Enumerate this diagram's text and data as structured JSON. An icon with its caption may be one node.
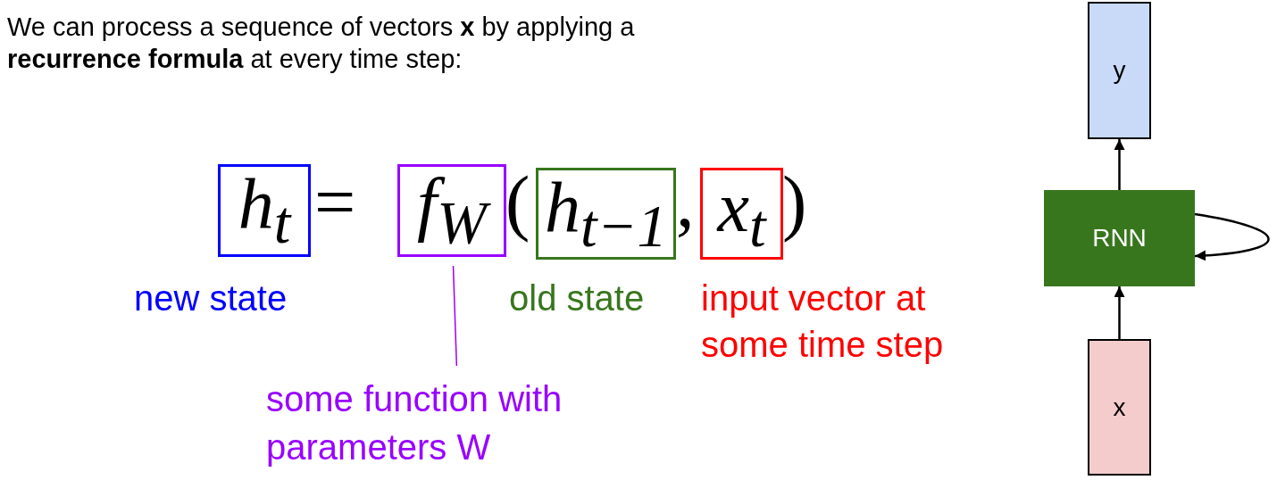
{
  "diagram": {
    "title": "We can process a sequence of vectors **x** by applying a **recurrence formula** at every time step:",
    "nodes": [
      {
        "text": [
          "h$_{t}$"
        ],
        "beside": [
          "new state"
        ]
      },
      {
        "text": [
          "f$_{W}$"
        ]
      },
      {
        "text": [
          "h$_{t−1}$"
        ],
        "beside": [
          "old state"
        ]
      },
      {
        "text": [
          "x$_{t}$"
        ],
        "beside": [
          "input vector at some time step"
        ]
      },
      {
        "text": [
          "some function with parameters W"
        ]
      },
      {
        "text": [
          "y"
        ]
      },
      {
        "text": [
          "RNN"
        ]
      },
      {
        "text": [
          "x"
        ]
      }
    ],
    "edges": [
      {
        "from": 4,
        "to": 1,
        "arrow": "none",
        "color": "#9900ff"
      },
      {
        "from": 7,
        "to": 6,
        "arrow": "to"
      },
      {
        "from": 6,
        "to": 5,
        "arrow": "to"
      },
      {
        "from": 6,
        "to": 6,
        "arrow": "to"
      }
    ],
    "labels": [
      "=",
      "(",
      ",",
      ")"
    ]
  }
}
